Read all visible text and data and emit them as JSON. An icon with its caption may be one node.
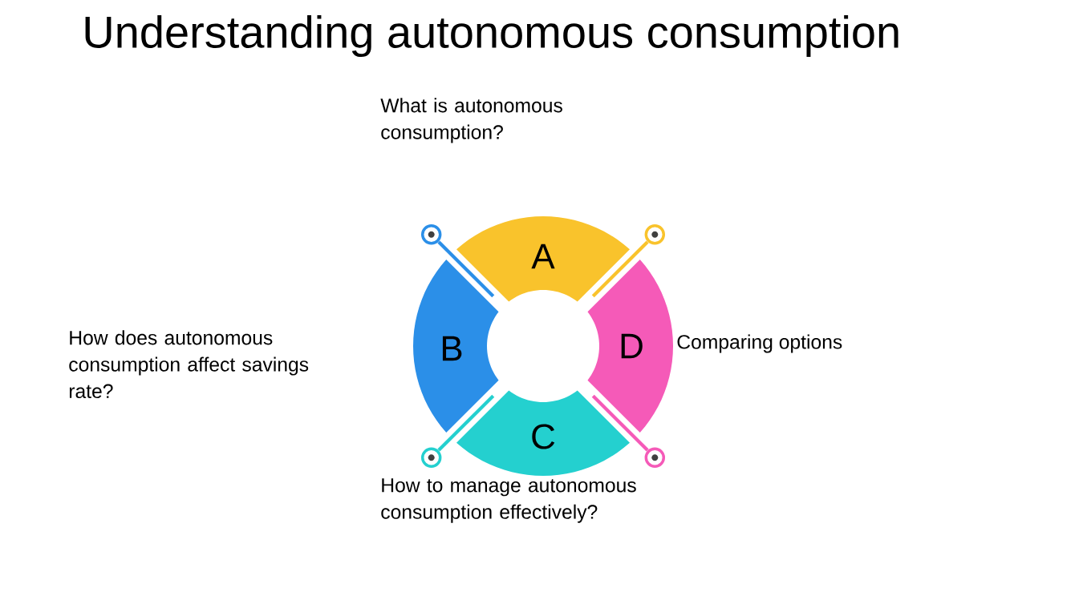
{
  "diagram": {
    "title": "Understanding autonomous consumption",
    "nodes": [
      {
        "text": [
          "A"
        ]
      },
      {
        "text": [
          "B"
        ]
      },
      {
        "text": [
          "D"
        ]
      },
      {
        "text": [
          "C"
        ]
      }
    ],
    "labels": [
      "What is autonomous consumption?",
      "How does autonomous consumption affect savings rate?",
      "Comparing options",
      "How to manage autonomous consumption effectively?"
    ]
  }
}
